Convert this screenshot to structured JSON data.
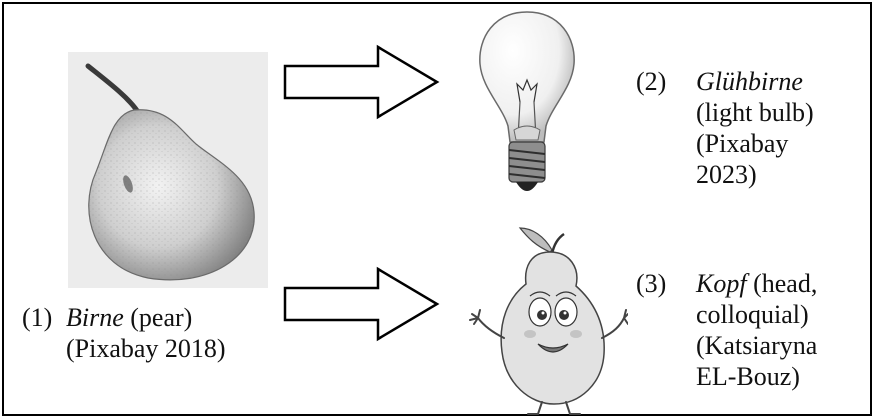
{
  "item1": {
    "num": "(1)",
    "word": "Birne",
    "gloss": " (pear)",
    "source": "(Pixabay 2018)"
  },
  "item2": {
    "num": "(2)",
    "word": "Glühbirne",
    "gloss": "(light bulb)",
    "source1": "(Pixabay",
    "source2": "2023)"
  },
  "item3": {
    "num": "(3)",
    "word": "Kopf",
    "gloss1": " (head,",
    "gloss2": "colloquial)",
    "source1": "(Katsiaryna",
    "source2": "EL-Bouz)"
  }
}
